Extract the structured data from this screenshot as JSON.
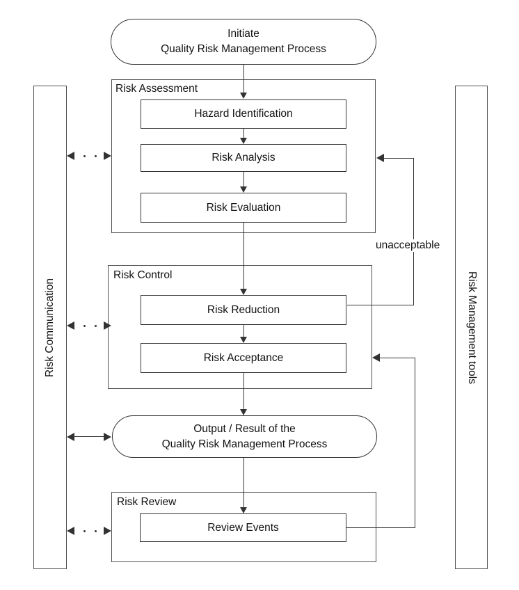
{
  "start_oval": {
    "line1": "Initiate",
    "line2": "Quality Risk Management Process"
  },
  "risk_assessment": {
    "label": "Risk Assessment",
    "steps": [
      "Hazard Identification",
      "Risk Analysis",
      "Risk Evaluation"
    ]
  },
  "risk_control": {
    "label": "Risk Control",
    "steps": [
      "Risk Reduction",
      "Risk Acceptance"
    ]
  },
  "output_oval": {
    "line1": "Output / Result of the",
    "line2": "Quality Risk Management Process"
  },
  "risk_review": {
    "label": "Risk Review",
    "steps": [
      "Review Events"
    ]
  },
  "side_bars": {
    "left": "Risk Communication",
    "right": "Risk Management tools"
  },
  "edge_labels": {
    "unacceptable": "unacceptable"
  },
  "colors": {
    "background": "#ffffff",
    "line": "#333333",
    "container_border": "#4f4f4f",
    "text": "#111111"
  }
}
